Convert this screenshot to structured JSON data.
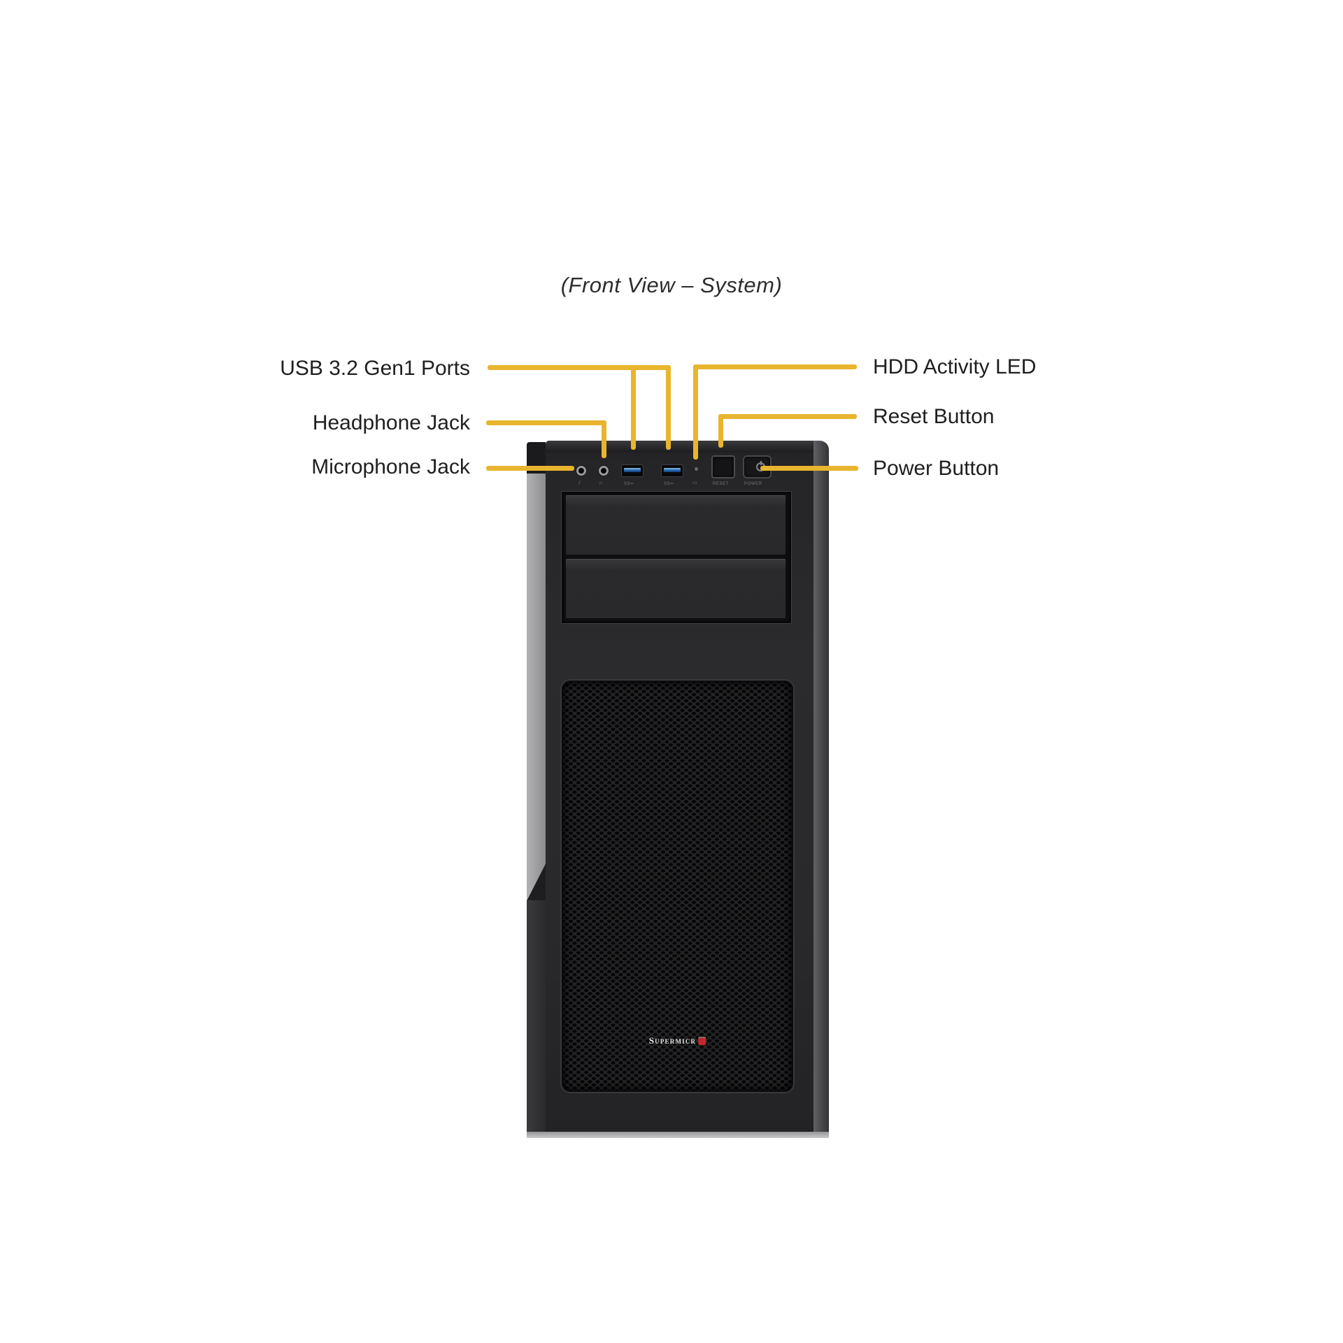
{
  "title": "(Front View – System)",
  "colors": {
    "callout_line": "#e9b52f",
    "label_text": "#1f1f1f",
    "chassis_face": "#2a2a2c",
    "logo_red": "#c2272d",
    "usb_blue": "#2061a8"
  },
  "callouts": {
    "left": [
      {
        "label": "USB 3.2 Gen1 Ports"
      },
      {
        "label": "Headphone Jack"
      },
      {
        "label": "Microphone Jack"
      }
    ],
    "right": [
      {
        "label": "HDD Activity LED"
      },
      {
        "label": "Reset Button"
      },
      {
        "label": "Power Button"
      }
    ]
  },
  "chassis": {
    "brand": "Supermicr",
    "micro_labels": {
      "mic_glyph": "/",
      "headphone_glyph": "∩",
      "usb_glyph": "SS⇐",
      "hdd_glyph": "▭",
      "reset": "RESET",
      "power": "POWER"
    }
  }
}
